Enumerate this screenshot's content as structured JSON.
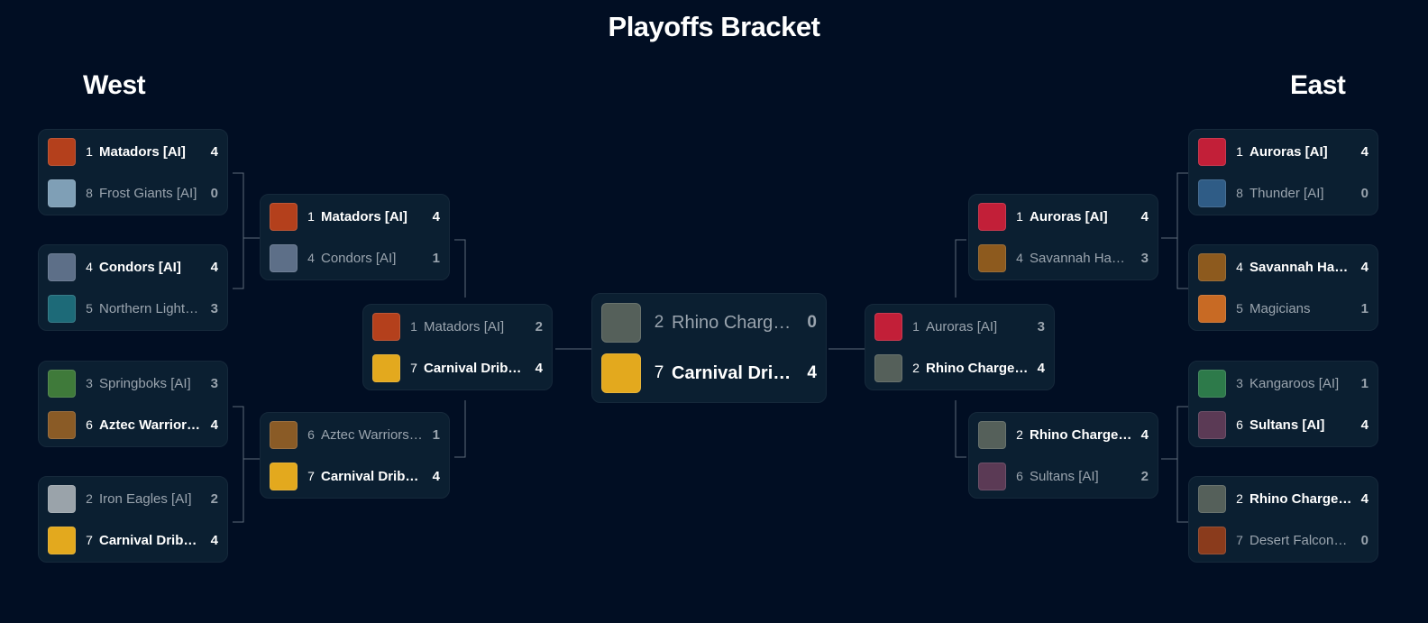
{
  "header": {
    "title": "Playoffs Bracket"
  },
  "conferences": {
    "west": "West",
    "east": "East"
  },
  "matchups": {
    "w1": [
      {
        "seed": "1",
        "name": "Matadors [AI]",
        "score": "4",
        "win": true,
        "logo": "matadors-logo",
        "color": "#b4401c"
      },
      {
        "seed": "8",
        "name": "Frost Giants [AI]",
        "score": "0",
        "win": false,
        "logo": "frost-giants-logo",
        "color": "#7f9fb6"
      }
    ],
    "w2": [
      {
        "seed": "4",
        "name": "Condors [AI]",
        "score": "4",
        "win": true,
        "logo": "condors-logo",
        "color": "#5d6f88"
      },
      {
        "seed": "5",
        "name": "Northern Lights [AI]",
        "score": "3",
        "win": false,
        "logo": "northern-lights-logo",
        "color": "#1d6a78"
      }
    ],
    "w3": [
      {
        "seed": "3",
        "name": "Springboks [AI]",
        "score": "3",
        "win": false,
        "logo": "springboks-logo",
        "color": "#3f7a3a"
      },
      {
        "seed": "6",
        "name": "Aztec Warriors [AI]",
        "score": "4",
        "win": true,
        "logo": "aztec-warriors-logo",
        "color": "#8a5b26"
      }
    ],
    "w4": [
      {
        "seed": "2",
        "name": "Iron Eagles [AI]",
        "score": "2",
        "win": false,
        "logo": "iron-eagles-logo",
        "color": "#9aa3aa"
      },
      {
        "seed": "7",
        "name": "Carnival Dribblers",
        "score": "4",
        "win": true,
        "logo": "carnival-dribblers-logo",
        "color": "#e3a91e"
      }
    ],
    "w5": [
      {
        "seed": "1",
        "name": "Matadors [AI]",
        "score": "4",
        "win": true,
        "logo": "matadors-logo",
        "color": "#b4401c"
      },
      {
        "seed": "4",
        "name": "Condors [AI]",
        "score": "1",
        "win": false,
        "logo": "condors-logo",
        "color": "#5d6f88"
      }
    ],
    "w6": [
      {
        "seed": "6",
        "name": "Aztec Warriors [AI]",
        "score": "1",
        "win": false,
        "logo": "aztec-warriors-logo",
        "color": "#8a5b26"
      },
      {
        "seed": "7",
        "name": "Carnival Dribblers",
        "score": "4",
        "win": true,
        "logo": "carnival-dribblers-logo",
        "color": "#e3a91e"
      }
    ],
    "w7": [
      {
        "seed": "1",
        "name": "Matadors [AI]",
        "score": "2",
        "win": false,
        "logo": "matadors-logo",
        "color": "#b4401c"
      },
      {
        "seed": "7",
        "name": "Carnival Dribblers",
        "score": "4",
        "win": true,
        "logo": "carnival-dribblers-logo",
        "color": "#e3a91e"
      }
    ],
    "final": [
      {
        "seed": "2",
        "name": "Rhino Chargers [AI]",
        "score": "0",
        "win": false,
        "logo": "rhino-chargers-logo",
        "color": "#55605a"
      },
      {
        "seed": "7",
        "name": "Carnival Dribblers",
        "score": "4",
        "win": true,
        "logo": "carnival-dribblers-logo",
        "color": "#e3a91e"
      }
    ],
    "e7": [
      {
        "seed": "1",
        "name": "Auroras [AI]",
        "score": "3",
        "win": false,
        "logo": "auroras-logo",
        "color": "#c21f38"
      },
      {
        "seed": "2",
        "name": "Rhino Chargers [AI]",
        "score": "4",
        "win": true,
        "logo": "rhino-chargers-logo",
        "color": "#55605a"
      }
    ],
    "e5": [
      {
        "seed": "1",
        "name": "Auroras [AI]",
        "score": "4",
        "win": true,
        "logo": "auroras-logo",
        "color": "#c21f38"
      },
      {
        "seed": "4",
        "name": "Savannah Hawks [AI]",
        "score": "3",
        "win": false,
        "logo": "savannah-hawks-logo",
        "color": "#8d5a1e"
      }
    ],
    "e6": [
      {
        "seed": "2",
        "name": "Rhino Chargers [AI]",
        "score": "4",
        "win": true,
        "logo": "rhino-chargers-logo",
        "color": "#55605a"
      },
      {
        "seed": "6",
        "name": "Sultans [AI]",
        "score": "2",
        "win": false,
        "logo": "sultans-logo",
        "color": "#5b3a55"
      }
    ],
    "e1": [
      {
        "seed": "1",
        "name": "Auroras [AI]",
        "score": "4",
        "win": true,
        "logo": "auroras-logo",
        "color": "#c21f38"
      },
      {
        "seed": "8",
        "name": "Thunder [AI]",
        "score": "0",
        "win": false,
        "logo": "thunder-logo",
        "color": "#2f5c86"
      }
    ],
    "e2": [
      {
        "seed": "4",
        "name": "Savannah Hawks [AI]",
        "score": "4",
        "win": true,
        "logo": "savannah-hawks-logo",
        "color": "#8d5a1e"
      },
      {
        "seed": "5",
        "name": "Magicians",
        "score": "1",
        "win": false,
        "logo": "magicians-logo",
        "color": "#c86a24"
      }
    ],
    "e3": [
      {
        "seed": "3",
        "name": "Kangaroos [AI]",
        "score": "1",
        "win": false,
        "logo": "kangaroos-logo",
        "color": "#2d7a4a"
      },
      {
        "seed": "6",
        "name": "Sultans [AI]",
        "score": "4",
        "win": true,
        "logo": "sultans-logo",
        "color": "#5b3a55"
      }
    ],
    "e4": [
      {
        "seed": "2",
        "name": "Rhino Chargers [AI]",
        "score": "4",
        "win": true,
        "logo": "rhino-chargers-logo",
        "color": "#55605a"
      },
      {
        "seed": "7",
        "name": "Desert Falcons [AI]",
        "score": "0",
        "win": false,
        "logo": "desert-falcons-logo",
        "color": "#8a3b1c"
      }
    ]
  }
}
